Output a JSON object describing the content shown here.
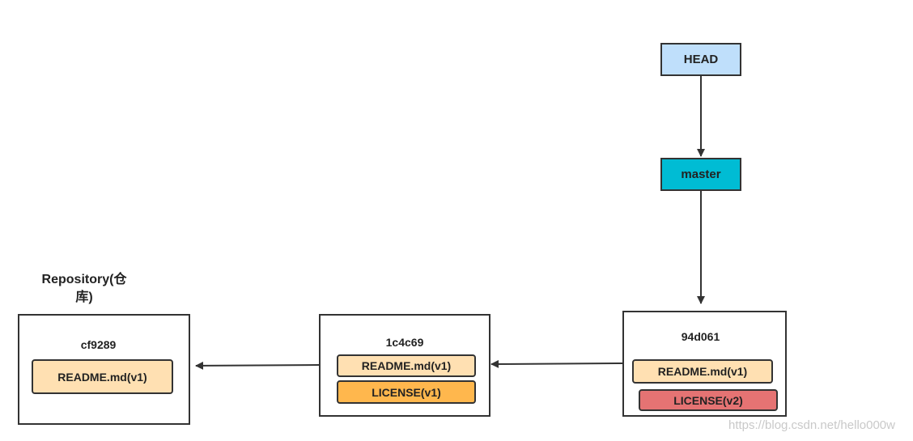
{
  "refs": {
    "head": {
      "label": "HEAD",
      "color": "#bfdffb"
    },
    "master": {
      "label": "master",
      "color": "#00bcd4"
    }
  },
  "repository": {
    "title_line1": "Repository(仓",
    "title_line2": "库)"
  },
  "commits": [
    {
      "hash": "cf9289",
      "files": [
        {
          "label": "README.md(v1)",
          "color": "#ffe0b2"
        }
      ]
    },
    {
      "hash": "1c4c69",
      "files": [
        {
          "label": "README.md(v1)",
          "color": "#ffe0b2"
        },
        {
          "label": "LICENSE(v1)",
          "color": "#ffb74d"
        }
      ]
    },
    {
      "hash": "94d061",
      "files": [
        {
          "label": "README.md(v1)",
          "color": "#ffe0b2"
        },
        {
          "label": "LICENSE(v2)",
          "color": "#e57373"
        }
      ]
    }
  ],
  "watermark": "https://blog.csdn.net/hello000w"
}
